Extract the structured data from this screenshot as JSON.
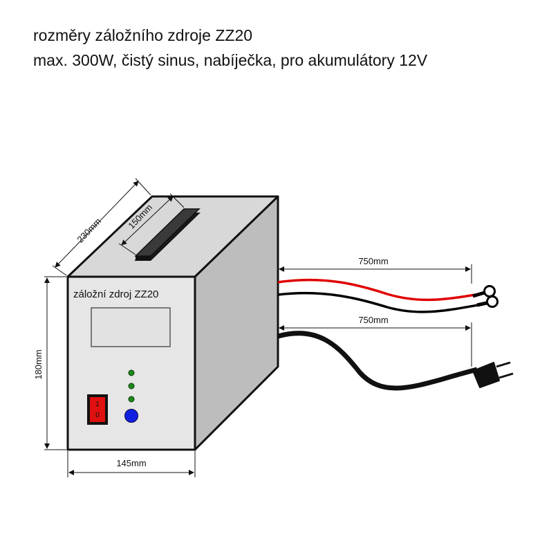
{
  "title": {
    "line1_prefix": "rozměry záložního zdroje ",
    "line1_model": "ZZ20",
    "line2": "max. 300W, čistý sinus, nabíječka, pro akumulátory 12V"
  },
  "device": {
    "front_label": "záložní zdroj ZZ20",
    "switch_on": "1",
    "switch_off": "0",
    "led_color": "#1a8a1a",
    "button_color": "#1020e0",
    "switch_color": "#e01010"
  },
  "dimensions": {
    "depth": "230mm",
    "handle": "150mm",
    "height": "180mm",
    "width": "145mm",
    "battery_cable": "750mm",
    "power_cable": "750mm"
  },
  "colors": {
    "front_face": "#e6e6e6",
    "top_face": "#d8d8d8",
    "side_face": "#bdbdbd",
    "positive_wire": "#e00000",
    "negative_wire": "#000000"
  }
}
